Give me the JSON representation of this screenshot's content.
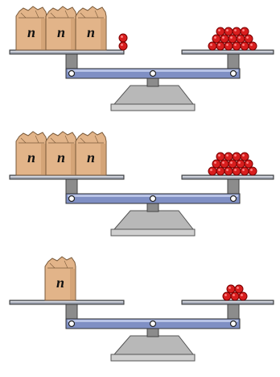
{
  "variable_label": "n",
  "colors": {
    "bag_fill": "#e2b489",
    "bag_stroke": "#7a5a3a",
    "ball_fill": "#d81e1e",
    "ball_stroke": "#7a0000",
    "beam": "#7f8fc4",
    "pan": "#9aa0ae",
    "post": "#8c8c8c",
    "base": "#b8b8b8"
  },
  "scales": [
    {
      "left_bags": 3,
      "left_balls": 2,
      "right_balls": 15
    },
    {
      "left_bags": 3,
      "left_balls": 0,
      "right_balls": 15
    },
    {
      "left_bags": 1,
      "left_balls": 0,
      "right_balls": 5
    }
  ]
}
